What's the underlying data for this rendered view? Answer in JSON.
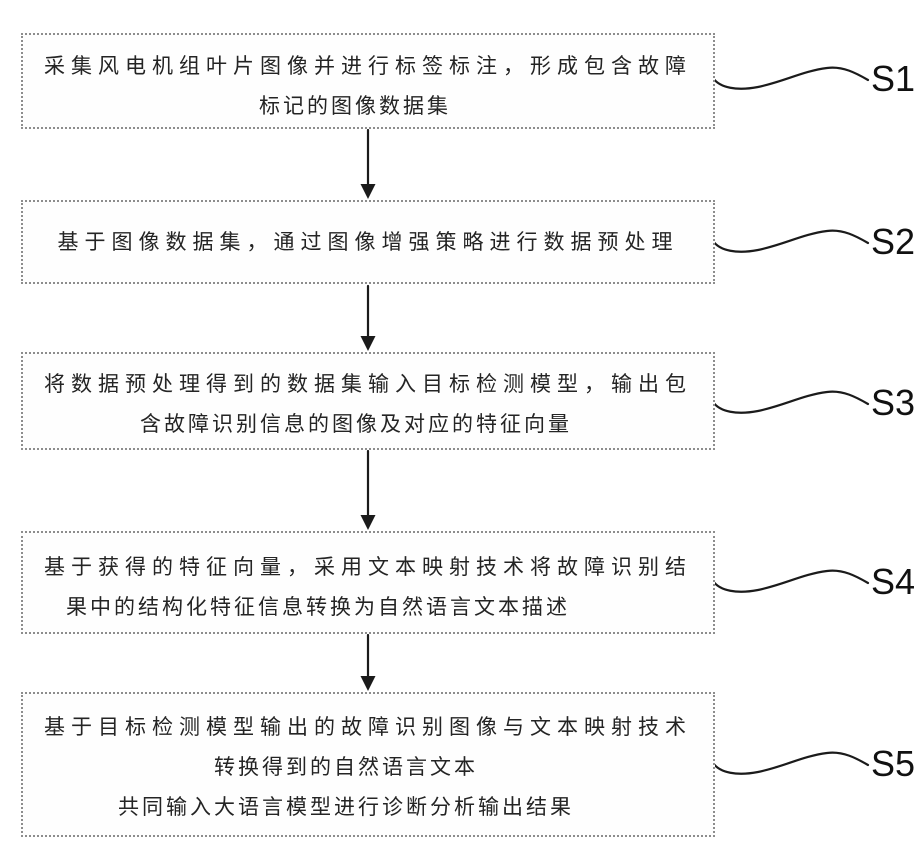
{
  "figure": {
    "type": "flowchart",
    "orientation": "vertical",
    "colors": {
      "background": "#ffffff",
      "box_border": "#8d8d8d",
      "text": "#242424",
      "arrow": "#1b1b1b",
      "label": "#111111"
    },
    "steps": [
      {
        "id": "S1",
        "lines": [
          "采集风电机组叶片图像并进行标签标注，形成包含故障",
          "标记的图像数据集"
        ]
      },
      {
        "id": "S2",
        "lines": [
          "基于图像数据集，通过图像增强策略进行数据预处理"
        ]
      },
      {
        "id": "S3",
        "lines": [
          "将数据预处理得到的数据集输入目标检测模型，输出包",
          "含故障识别信息的图像及对应的特征向量"
        ]
      },
      {
        "id": "S4",
        "lines": [
          "基于获得的特征向量，采用文本映射技术将故障识别结",
          "果中的结构化特征信息转换为自然语言文本描述"
        ]
      },
      {
        "id": "S5",
        "lines": [
          "基于目标检测模型输出的故障识别图像与文本映射技术",
          "转换得到的自然语言文本",
          "共同输入大语言模型进行诊断分析输出结果"
        ]
      }
    ]
  }
}
